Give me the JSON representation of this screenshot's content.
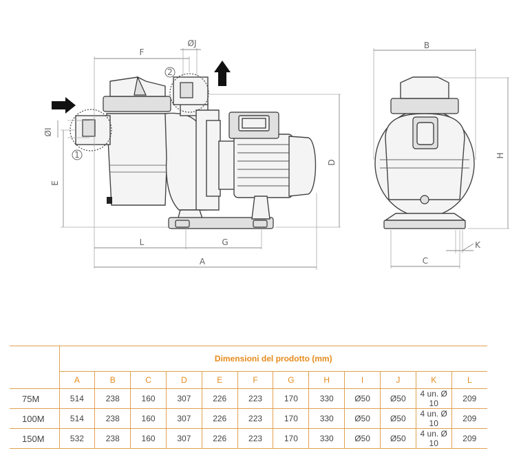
{
  "drawing": {
    "labels": {
      "A": "A",
      "B": "B",
      "C": "C",
      "D": "D",
      "E": "E",
      "F": "F",
      "G": "G",
      "H": "H",
      "I": "ØI",
      "J": "ØJ",
      "K": "K",
      "L": "L",
      "detail1": "1",
      "detail2": "2"
    }
  },
  "table": {
    "title": "Dimensioni del prodotto (mm)",
    "columns": [
      "A",
      "B",
      "C",
      "D",
      "E",
      "F",
      "G",
      "H",
      "I",
      "J",
      "K",
      "L"
    ],
    "rows": [
      {
        "model": "75M",
        "values": [
          "514",
          "238",
          "160",
          "307",
          "226",
          "223",
          "170",
          "330",
          "Ø50",
          "Ø50",
          "4 un. Ø 10",
          "209"
        ]
      },
      {
        "model": "100M",
        "values": [
          "514",
          "238",
          "160",
          "307",
          "226",
          "223",
          "170",
          "330",
          "Ø50",
          "Ø50",
          "4 un. Ø 10",
          "209"
        ]
      },
      {
        "model": "150M",
        "values": [
          "532",
          "238",
          "160",
          "307",
          "226",
          "223",
          "170",
          "330",
          "Ø50",
          "Ø50",
          "4 un. Ø 10",
          "209"
        ]
      }
    ]
  },
  "colors": {
    "accent": "#e58a1a",
    "rule": "#e0a050",
    "line": "#888888"
  }
}
